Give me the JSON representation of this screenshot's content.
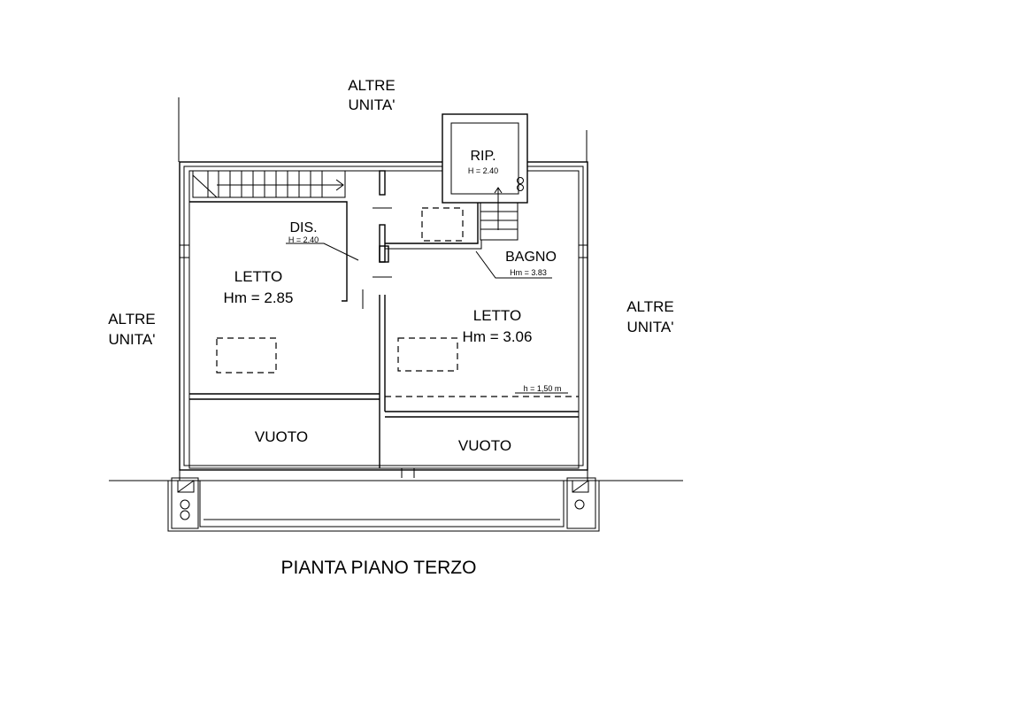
{
  "neighbors": {
    "top": [
      "ALTRE",
      "UNITA'"
    ],
    "left": [
      "ALTRE",
      "UNITA'"
    ],
    "right": [
      "ALTRE",
      "UNITA'"
    ]
  },
  "rooms": {
    "rip": {
      "name": "RIP.",
      "height": "H = 2.40"
    },
    "dis": {
      "name": "DIS.",
      "height": "H = 2.40"
    },
    "bagno": {
      "name": "BAGNO",
      "height": "Hm = 3.83"
    },
    "letto_left": {
      "name": "LETTO",
      "height": "Hm = 2.85"
    },
    "letto_right": {
      "name": "LETTO",
      "height": "Hm = 3.06"
    },
    "vuoto_left": {
      "name": "VUOTO"
    },
    "vuoto_right": {
      "name": "VUOTO"
    }
  },
  "notes": {
    "height_line": "h = 1,50 m"
  },
  "title": "PIANTA PIANO TERZO"
}
